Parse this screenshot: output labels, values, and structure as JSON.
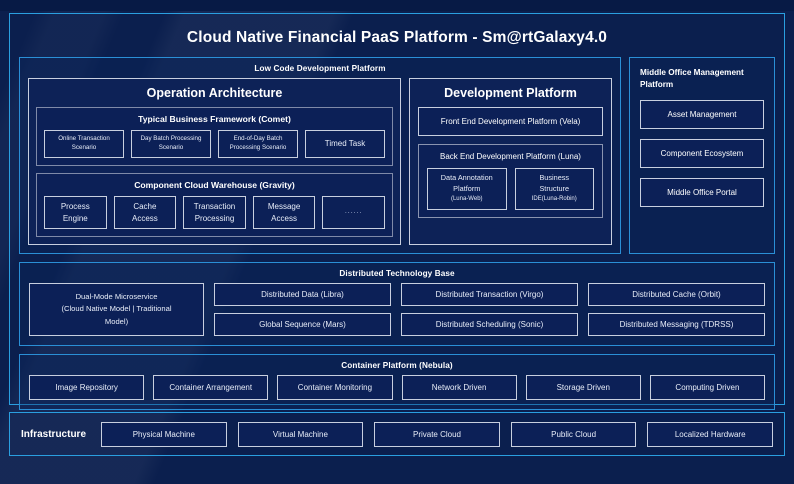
{
  "title": "Cloud Native Financial PaaS Platform - Sm@rtGalaxy4.0",
  "colors": {
    "background": "#0b1f4e",
    "accent_border": "#2a9fe0",
    "panel_border": "#2a8fd6",
    "box_border": "#c8cfdf",
    "box_fill": "#0c2057",
    "text": "#ffffff"
  },
  "low_code": {
    "title": "Low Code Development Platform",
    "operation_architecture": {
      "title": "Operation Architecture",
      "groups": [
        {
          "title": "Typical Business Framework (Comet)",
          "items": [
            "Online Transaction\nScenario",
            "Day Batch Processing\nScenario",
            "End-of-Day Batch\nProcessing Scenario",
            "Timed Task"
          ]
        },
        {
          "title": "Component Cloud Warehouse (Gravity)",
          "items": [
            "Process\nEngine",
            "Cache\nAccess",
            "Transaction\nProcessing",
            "Message\nAccess",
            "......"
          ]
        }
      ]
    },
    "development_platform": {
      "title": "Development Platform",
      "front_end": "Front End Development Platform (Vela)",
      "back_end": {
        "title": "Back End Development Platform (Luna)",
        "items": [
          {
            "main": "Data Annotation\nPlatform",
            "sub": "(Luna-Web)"
          },
          {
            "main": "Business\nStructure",
            "sub": "IDE(Luna-Robin)"
          }
        ]
      }
    }
  },
  "middle_office": {
    "title": "Middle Office Management Platform",
    "items": [
      "Asset Management",
      "Component Ecosystem",
      "Middle Office Portal"
    ]
  },
  "distributed_technology_base": {
    "title": "Distributed Technology Base",
    "highlight": "Dual-Mode Microservice\n(Cloud Native Model | Traditional\nModel)",
    "columns": [
      [
        "Distributed Data (Libra)",
        "Global Sequence (Mars)"
      ],
      [
        "Distributed Transaction (Virgo)",
        "Distributed Scheduling (Sonic)"
      ],
      [
        "Distributed Cache (Orbit)",
        "Distributed Messaging (TDRSS)"
      ]
    ]
  },
  "container_platform": {
    "title": "Container Platform (Nebula)",
    "items": [
      "Image Repository",
      "Container Arrangement",
      "Container Monitoring",
      "Network Driven",
      "Storage Driven",
      "Computing Driven"
    ]
  },
  "infrastructure": {
    "label": "Infrastructure",
    "items": [
      "Physical Machine",
      "Virtual Machine",
      "Private Cloud",
      "Public Cloud",
      "Localized Hardware"
    ]
  }
}
